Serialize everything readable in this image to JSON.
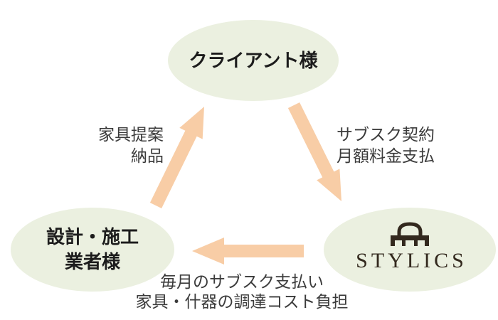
{
  "diagram": {
    "colors": {
      "background": "#ffffff",
      "node_fill": "#ebf0e0",
      "arrow": "#f8cda6",
      "label_text": "#3b3b3b",
      "heading_text": "#1c1c1c",
      "logo": "#33291e"
    },
    "nodes": {
      "client": {
        "label": "クライアント様"
      },
      "contractor": {
        "line1": "設計・施工",
        "line2": "業者様"
      },
      "stylics": {
        "brand": "STYLICS",
        "icon": "bench-icon"
      }
    },
    "edges": {
      "contractor_to_client": {
        "direction": "up-right",
        "line1": "家具提案",
        "line2": "納品"
      },
      "client_to_stylics": {
        "direction": "down-right",
        "line1": "サブスク契約",
        "line2": "月額料金支払"
      },
      "stylics_to_contractor": {
        "direction": "left",
        "line1": "毎月のサブスク支払い",
        "line2": "家具・什器の調達コスト負担"
      }
    }
  }
}
